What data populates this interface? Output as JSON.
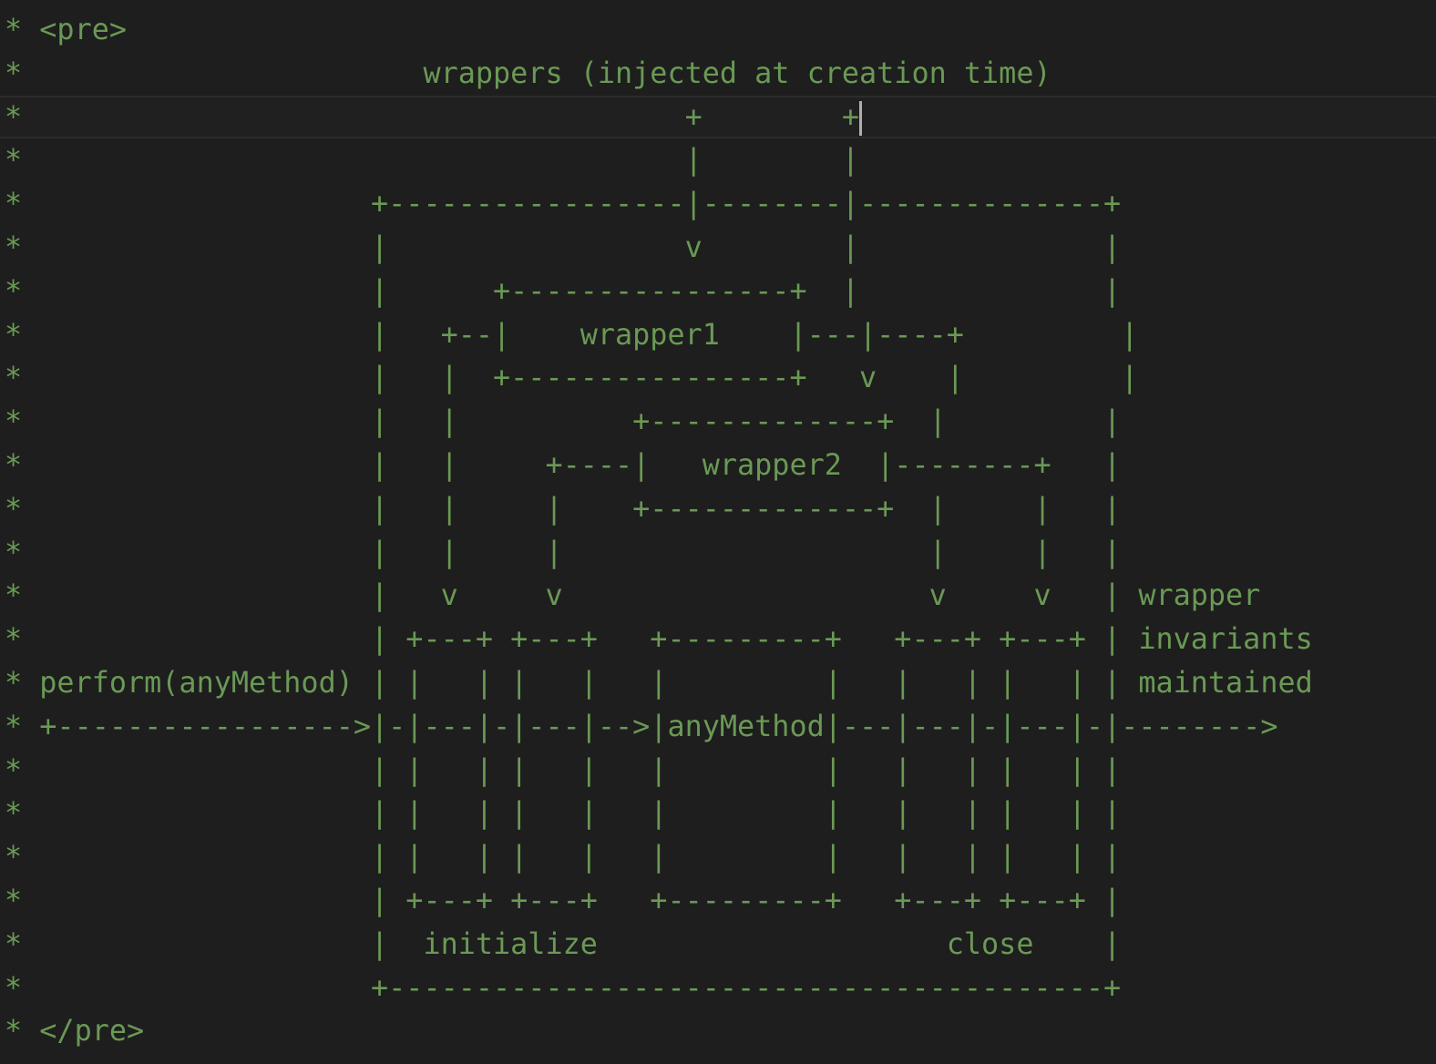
{
  "editor": {
    "colors": {
      "background": "#1e1e1e",
      "comment_text": "#6a9955",
      "current_line_border": "#2c2c2c",
      "cursor": "#aeafad"
    },
    "cursor_line": 3,
    "lines": [
      "* <pre>",
      "*                       wrappers (injected at creation time)",
      "*                                      +        +",
      "*                                      |        |",
      "*                    +-----------------|--------|--------------+",
      "*                    |                 v        |              |",
      "*                    |      +----------------+  |              |",
      "*                    |   +--|    wrapper1    |---|----+         |",
      "*                    |   |  +----------------+   v    |         |",
      "*                    |   |          +-------------+  |         |",
      "*                    |   |     +----|   wrapper2  |--------+   |",
      "*                    |   |     |    +-------------+  |     |   |",
      "*                    |   |     |                     |     |   |",
      "*                    |   v     v                     v     v   | wrapper",
      "*                    | +---+ +---+   +---------+   +---+ +---+ | invariants",
      "* perform(anyMethod) | |   | |   |   |         |   |   | |   | | maintained",
      "* +----------------->|-|---|-|---|-->|anyMethod|---|---|-|---|-|-------->",
      "*                    | |   | |   |   |         |   |   | |   | |",
      "*                    | |   | |   |   |         |   |   | |   | |",
      "*                    | |   | |   |   |         |   |   | |   | |",
      "*                    | +---+ +---+   +---------+   +---+ +---+ |",
      "*                    |  initialize                    close    |",
      "*                    +-----------------------------------------+",
      "* </pre>"
    ]
  }
}
